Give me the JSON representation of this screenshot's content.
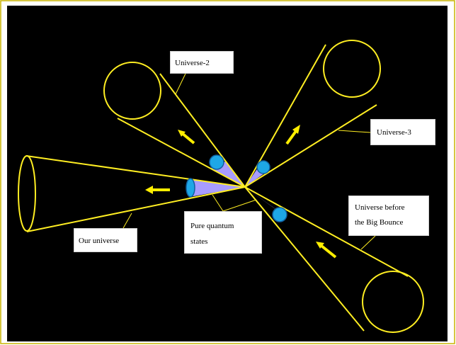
{
  "labels": {
    "universe2": "Universe-2",
    "universe3": "Universe-3",
    "before_line1": "Universe before",
    "before_line2": "the Big Bounce",
    "our": "Our universe",
    "pure_line1": "Pure quantum",
    "pure_line2": "states"
  },
  "colors": {
    "background": "#000000",
    "frame_border": "#c8b400",
    "cone_line": "#ffee22",
    "arrow": "#ffee00",
    "quantum_fill": "#a89cff",
    "sphere_fill": "#1ea7e6",
    "sphere_stroke": "#1060a0",
    "leader": "#ffee22"
  }
}
